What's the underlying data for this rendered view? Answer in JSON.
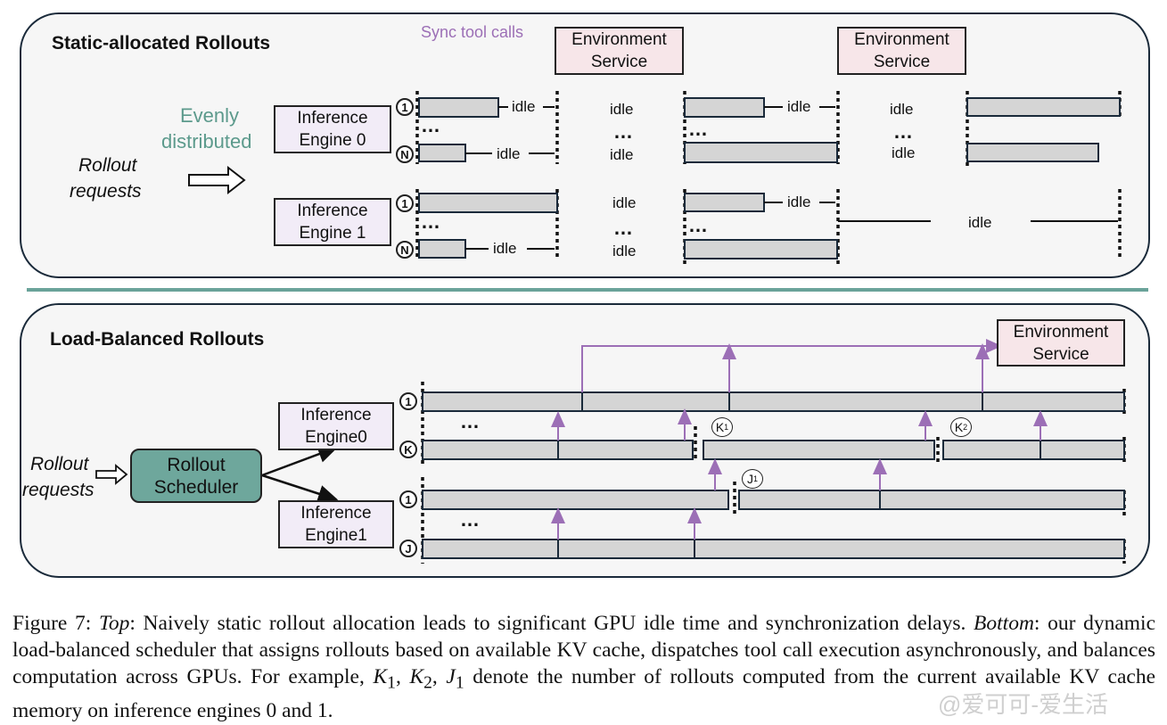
{
  "top": {
    "title": "Static-allocated Rollouts",
    "sync_label": "Sync tool calls",
    "env_service_1": [
      "Environment",
      "Service"
    ],
    "env_service_2": [
      "Environment",
      "Service"
    ],
    "evenly": [
      "Evenly",
      "distributed"
    ],
    "rollout_requests": [
      "Rollout",
      "requests"
    ],
    "engine0": [
      "Inference",
      "Engine 0"
    ],
    "engine1": [
      "Inference",
      "Engine 1"
    ],
    "idle": "idle",
    "dots": "…",
    "row_first": "1",
    "row_last": "N"
  },
  "bottom": {
    "title": "Load-Balanced Rollouts",
    "env_service": [
      "Environment",
      "Service"
    ],
    "rollout_requests": [
      "Rollout",
      "requests"
    ],
    "scheduler": [
      "Rollout",
      "Scheduler"
    ],
    "engine0": [
      "Inference",
      "Engine0"
    ],
    "engine1": [
      "Inference",
      "Engine1"
    ],
    "dots": "…",
    "row_first": "1",
    "row_k": "K",
    "row_j": "J",
    "k1": {
      "base": "K",
      "sub": "1"
    },
    "k2": {
      "base": "K",
      "sub": "2"
    },
    "j1": {
      "base": "J",
      "sub": "1"
    }
  },
  "caption": {
    "fig": "Figure 7: ",
    "top_label": "Top",
    "top_text": ": Naively static rollout allocation leads to significant GPU idle time and synchronization delays.",
    "bottom_label": "Bottom",
    "bottom_text": ": our dynamic load-balanced scheduler that assigns rollouts based on available KV cache, dispatches tool call execution asynchronously, and balances computation across GPUs. For example, ",
    "k1": "K",
    "k1_sub": "1",
    "sep1": ", ",
    "k2": "K",
    "k2_sub": "2",
    "sep2": ", ",
    "j1": "J",
    "j1_sub": "1",
    "tail": " denote the number of rollouts computed from the current available KV cache memory on inference engines 0 and 1."
  },
  "watermark": "@爱可可-爱生活",
  "colors": {
    "bar": "#d5d5d5",
    "purple": "#9c6fb6",
    "teal": "#6ea79c",
    "divider": "#6aa39a"
  }
}
